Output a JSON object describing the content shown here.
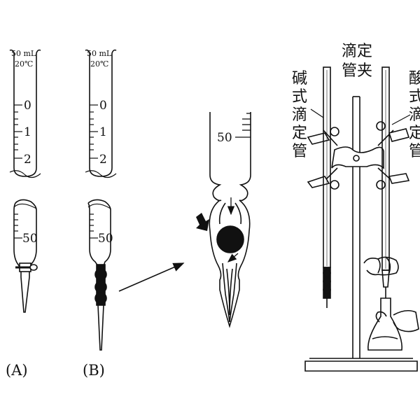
{
  "burette_a": {
    "top_volume_label": "50 mL",
    "top_temp_label": "20℃",
    "tick_0": "0",
    "tick_1": "1",
    "tick_2": "2",
    "tick_50": "50",
    "caption": "(A)"
  },
  "burette_b": {
    "top_volume_label": "50 mL",
    "top_temp_label": "20℃",
    "tick_0": "0",
    "tick_1": "1",
    "tick_2": "2",
    "tick_50": "50",
    "caption": "(B)"
  },
  "detail": {
    "tick_50": "50"
  },
  "setup": {
    "clamp_label": "滴定管夹",
    "base_burette_label": "碱式滴定管",
    "acid_burette_label": "酸式滴定管"
  }
}
